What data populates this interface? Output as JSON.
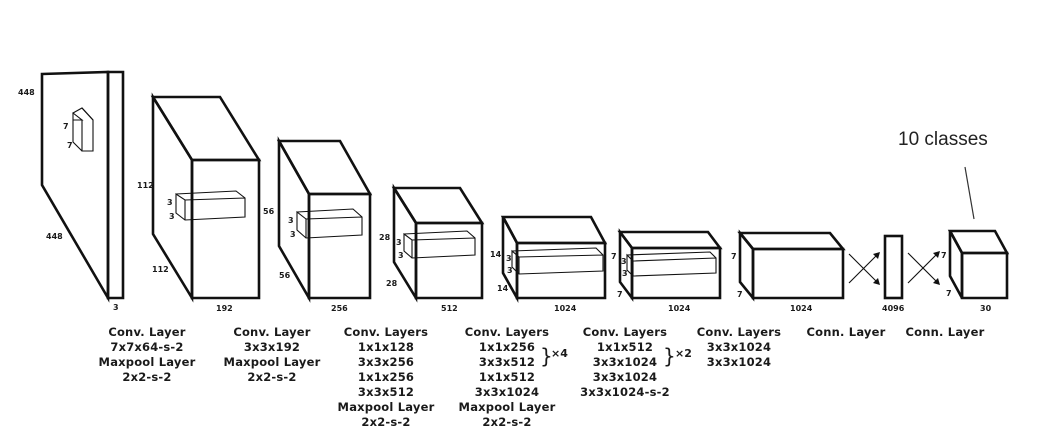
{
  "annotation": {
    "text": "10 classes"
  },
  "input": {
    "height": "448",
    "width": "448",
    "depth": "3",
    "kernel_h": "7",
    "kernel_w": "7"
  },
  "blocks": [
    {
      "height": "112",
      "width": "112",
      "depth": "192",
      "kernel_h": "3",
      "kernel_w": "3",
      "caption": [
        "Conv. Layer",
        "7x7x64-s-2",
        "Maxpool Layer",
        "2x2-s-2"
      ]
    },
    {
      "height": "56",
      "width": "56",
      "depth": "256",
      "kernel_h": "3",
      "kernel_w": "3",
      "caption": [
        "Conv. Layer",
        "3x3x192",
        "Maxpool Layer",
        "2x2-s-2"
      ]
    },
    {
      "height": "28",
      "width": "28",
      "depth": "512",
      "kernel_h": "3",
      "kernel_w": "3",
      "caption": [
        "Conv. Layers",
        "1x1x128",
        "3x3x256",
        "1x1x256",
        "3x3x512",
        "Maxpool Layer",
        "2x2-s-2"
      ]
    },
    {
      "height": "14",
      "width": "14",
      "depth": "1024",
      "kernel_h": "3",
      "kernel_w": "3",
      "caption": [
        "Conv. Layers",
        "1x1x256",
        "3x3x512",
        "1x1x512",
        "3x3x1024",
        "Maxpool Layer",
        "2x2-s-2"
      ],
      "brace_label": "×4"
    },
    {
      "height": "7",
      "width": "7",
      "depth": "1024",
      "kernel_h": "3",
      "kernel_w": "3",
      "caption": [
        "Conv. Layers",
        "1x1x512",
        "3x3x1024",
        "3x3x1024",
        "3x3x1024-s-2"
      ],
      "brace_label": "×2"
    },
    {
      "height": "7",
      "width": "7",
      "depth": "1024",
      "caption": [
        "Conv. Layers",
        "3x3x1024",
        "3x3x1024"
      ]
    },
    {
      "depth": "4096",
      "caption": [
        "Conn. Layer"
      ]
    },
    {
      "height": "7",
      "width": "7",
      "depth": "30",
      "caption": [
        "Conn. Layer"
      ]
    }
  ]
}
